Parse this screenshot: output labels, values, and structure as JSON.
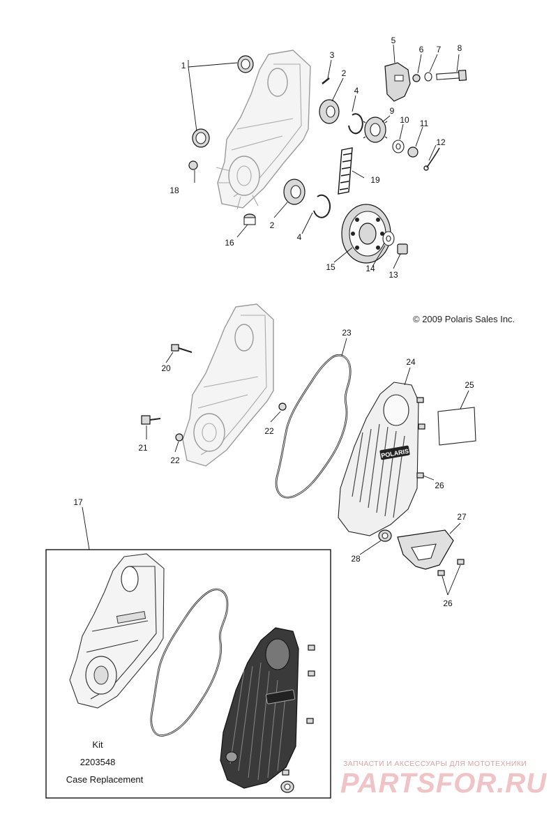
{
  "copyright": "© 2009 Polaris Sales Inc.",
  "kit": {
    "line1": "Kit",
    "line2": "2203548",
    "line3": "Case Replacement"
  },
  "watermark": {
    "tagline": "ЗАПЧАСТИ И АКСЕССУАРЫ ДЛЯ МОТОТЕХНИКИ",
    "brand": "PARTSFOR.RU"
  },
  "cover_logo": "POLARIS",
  "callouts": {
    "c1": "1",
    "c2a": "2",
    "c2b": "2",
    "c3": "3",
    "c4a": "4",
    "c4b": "4",
    "c5": "5",
    "c6": "6",
    "c7": "7",
    "c8": "8",
    "c9": "9",
    "c10": "10",
    "c11": "11",
    "c12": "12",
    "c13": "13",
    "c14": "14",
    "c15": "15",
    "c16": "16",
    "c17": "17",
    "c18": "18",
    "c19": "19",
    "c20": "20",
    "c21": "21",
    "c22a": "22",
    "c22b": "22",
    "c23": "23",
    "c24": "24",
    "c25": "25",
    "c26a": "26",
    "c26b": "26",
    "c27": "27",
    "c28": "28"
  }
}
